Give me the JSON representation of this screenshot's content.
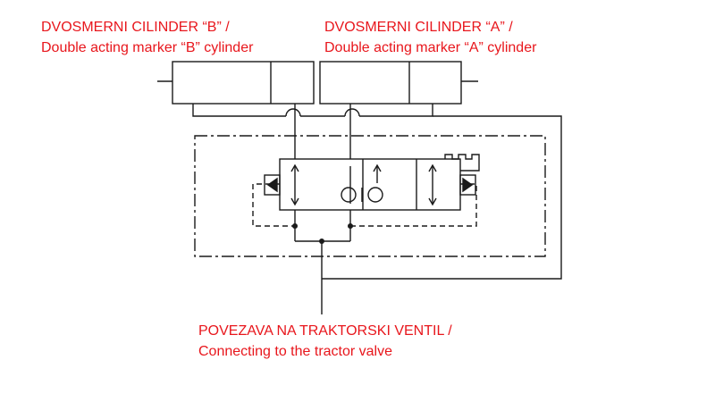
{
  "labels": {
    "cylinder_b": {
      "line1": "DVOSMERNI CILINDER “B” /",
      "line2": "Double acting marker “B” cylinder"
    },
    "cylinder_a": {
      "line1": "DVOSMERNI CILINDER “A” /",
      "line2": "Double acting marker “A” cylinder"
    },
    "tractor_connection": {
      "line1": "POVEZAVA NA TRAKTORSKI VENTIL /",
      "line2": "Connecting to the tractor valve"
    }
  },
  "colors": {
    "label_text": "#e8161c",
    "line": "#1a1a1a",
    "background": "#ffffff"
  }
}
